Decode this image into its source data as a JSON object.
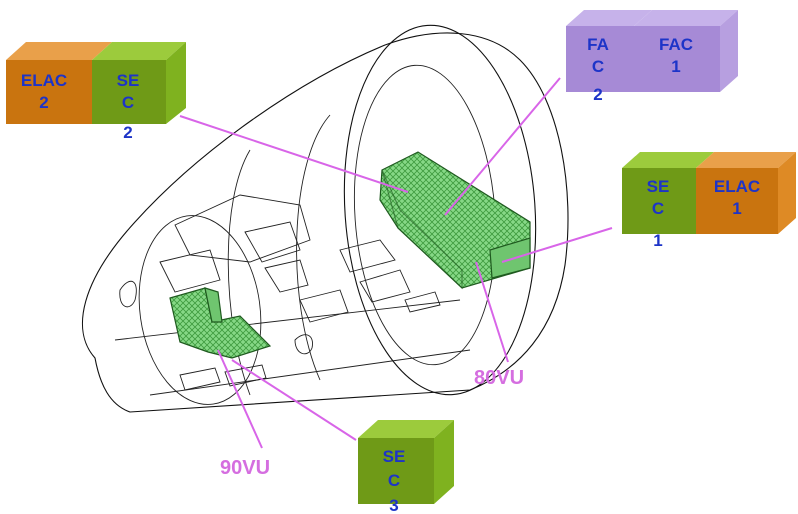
{
  "computers": {
    "elac2": {
      "line1": "ELAC",
      "line2": "2"
    },
    "sec2": {
      "line1": "SE",
      "line2": "C",
      "line3": "2"
    },
    "fac2": {
      "line1": "FA",
      "line2": "C",
      "line3": "2"
    },
    "fac1": {
      "line1": "FAC",
      "line2": "1"
    },
    "sec1": {
      "line1": "SE",
      "line2": "C",
      "line3": "1"
    },
    "elac1": {
      "line1": "ELAC",
      "line2": "1"
    },
    "sec3": {
      "line1": "SE",
      "line2": "C",
      "line3": "3"
    }
  },
  "racks": {
    "rack_80vu": "80VU",
    "rack_90vu": "90VU"
  },
  "colors": {
    "elac_face": "#c9740f",
    "sec_face": "#6f9a17",
    "fac_face": "#a68ad6",
    "leader": "#d865e8",
    "rack_fill": "#7ed07e",
    "label_text": "#1d34c8"
  }
}
